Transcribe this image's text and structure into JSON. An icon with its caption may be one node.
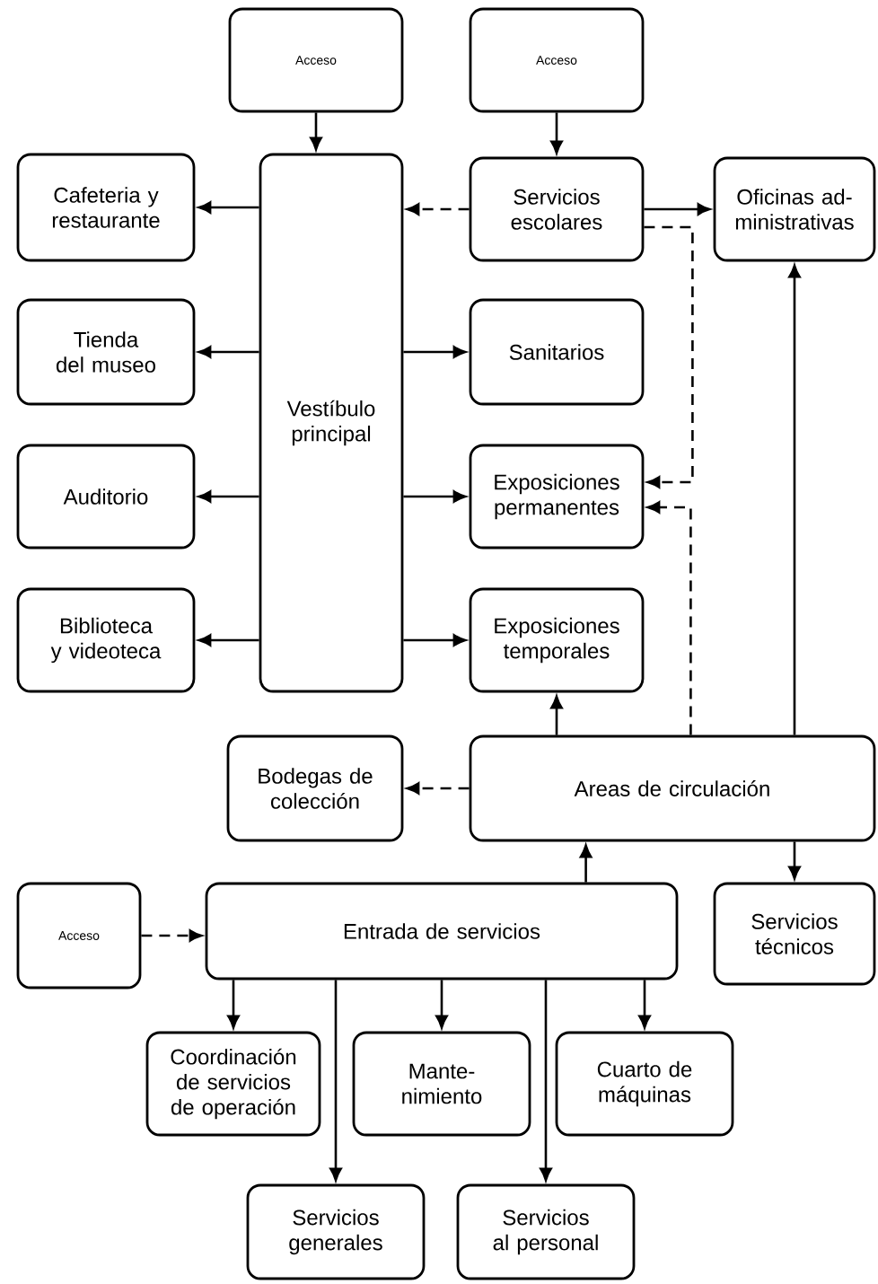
{
  "diagram": {
    "nodes": [
      {
        "text": [
          "Acceso"
        ]
      },
      {
        "text": [
          "Acceso"
        ]
      },
      {
        "text": [
          "Cafeteria y restaurante"
        ]
      },
      {
        "text": [
          "Vestíbulo principal"
        ]
      },
      {
        "text": [
          "Servicios escolares"
        ]
      },
      {
        "text": [
          "Oficinas ad- ministrativas"
        ]
      },
      {
        "text": [
          "Tienda del museo"
        ]
      },
      {
        "text": [
          "Sanitarios"
        ]
      },
      {
        "text": [
          "Auditorio"
        ]
      },
      {
        "text": [
          "Exposiciones permanentes"
        ]
      },
      {
        "text": [
          "Biblioteca y videoteca"
        ]
      },
      {
        "text": [
          "Exposiciones temporales"
        ]
      },
      {
        "text": [
          "Bodegas de colección"
        ]
      },
      {
        "text": [
          "Areas de circulación"
        ]
      },
      {
        "text": [
          "Acceso"
        ]
      },
      {
        "text": [
          "Entrada de servicios"
        ]
      },
      {
        "text": [
          "Servicios técnicos"
        ]
      },
      {
        "text": [
          "Coordinación de servicios de operación"
        ]
      },
      {
        "text": [
          "Mante- nimiento"
        ]
      },
      {
        "text": [
          "Cuarto de máquinas"
        ]
      },
      {
        "text": [
          "Servicios generales"
        ]
      },
      {
        "text": [
          "Servicios al personal"
        ]
      }
    ],
    "edges": [
      {
        "from": 0,
        "to": 3,
        "arrow": "to"
      },
      {
        "from": 1,
        "to": 4,
        "arrow": "to"
      },
      {
        "from": 3,
        "to": 2,
        "arrow": "to"
      },
      {
        "from": 3,
        "to": 6,
        "arrow": "to"
      },
      {
        "from": 3,
        "to": 8,
        "arrow": "to"
      },
      {
        "from": 3,
        "to": 10,
        "arrow": "to"
      },
      {
        "from": 3,
        "to": 7,
        "arrow": "to"
      },
      {
        "from": 3,
        "to": 9,
        "arrow": "to"
      },
      {
        "from": 3,
        "to": 11,
        "arrow": "to"
      },
      {
        "from": 4,
        "to": 3,
        "arrow": "to",
        "style": "dashed"
      },
      {
        "from": 4,
        "to": 5,
        "arrow": "to"
      },
      {
        "from": 4,
        "to": 9,
        "arrow": "to",
        "style": "dashed"
      },
      {
        "from": 13,
        "to": 9,
        "arrow": "to",
        "style": "dashed"
      },
      {
        "from": 13,
        "to": 5,
        "arrow": "to"
      },
      {
        "from": 13,
        "to": 11,
        "arrow": "to"
      },
      {
        "from": 13,
        "to": 12,
        "arrow": "to",
        "style": "dashed"
      },
      {
        "from": 13,
        "to": 16,
        "arrow": "to"
      },
      {
        "from": 15,
        "to": 13,
        "arrow": "to"
      },
      {
        "from": 14,
        "to": 15,
        "arrow": "to",
        "style": "dashed"
      },
      {
        "from": 15,
        "to": 17,
        "arrow": "to"
      },
      {
        "from": 15,
        "to": 18,
        "arrow": "to"
      },
      {
        "from": 15,
        "to": 19,
        "arrow": "to"
      },
      {
        "from": 15,
        "to": 20,
        "arrow": "to"
      },
      {
        "from": 15,
        "to": 21,
        "arrow": "to"
      }
    ]
  }
}
